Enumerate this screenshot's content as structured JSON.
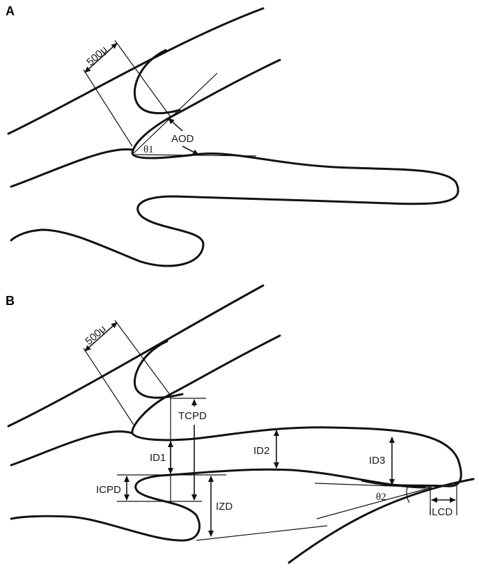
{
  "panels": {
    "a": "A",
    "b": "B"
  },
  "labels_a": {
    "scale": "500μ",
    "aod": "AOD",
    "theta1": "θ1"
  },
  "labels_b": {
    "scale": "500μ",
    "tcpd": "TCPD",
    "id1": "ID1",
    "id2": "ID2",
    "id3": "ID3",
    "icpd": "ICPD",
    "izd": "IZD",
    "theta2": "θ2",
    "ilcd": "ILCD"
  }
}
